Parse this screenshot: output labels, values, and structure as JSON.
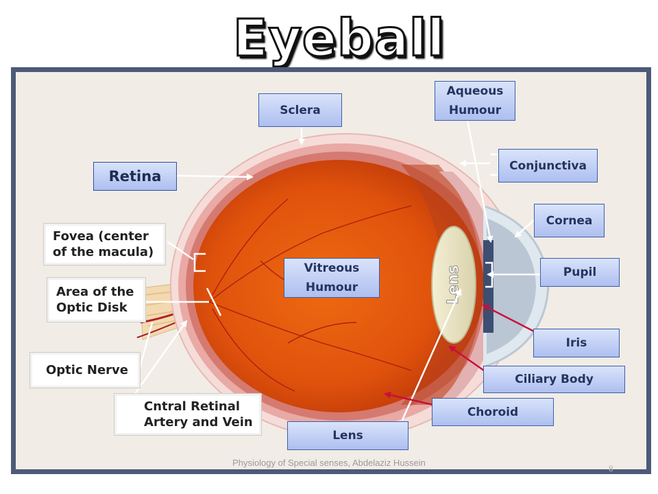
{
  "title": "Eyeball",
  "labels": {
    "aqueous_humour": "Aqueous Humour",
    "sclera": "Sclera",
    "conjunctiva": "Conjunctiva",
    "retina": "Retina",
    "cornea": "Cornea",
    "pupil": "Pupil",
    "vitreous_humour": "Vitreous Humour",
    "iris": "Iris",
    "ciliary_body": "Ciliary Body",
    "choroid": "Choroid",
    "lens": "Lens",
    "fovea": "Fovea (center of the macula)",
    "optic_disk": "Area of the Optic Disk",
    "optic_nerve": "Optic Nerve",
    "central_artery": "Cntral Retinal Artery and Vein"
  },
  "lens_inner_label": "Lens",
  "footer": {
    "text": "Physiology of Special senses, Abdelaziz Hussein",
    "page": "8"
  },
  "colors": {
    "frame": "#4d5a78",
    "label_border": "#3c5ea8",
    "red_arrow": "#c8103c",
    "vitreous": "#e2570f"
  }
}
